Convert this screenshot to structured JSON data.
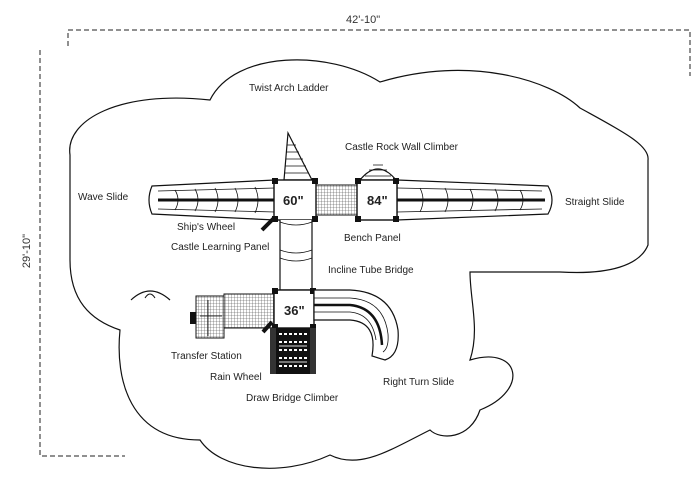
{
  "dimensions": {
    "width": "42'-10\"",
    "height": "29'-10\""
  },
  "decks": [
    "60\"",
    "84\"",
    "36\""
  ],
  "labels": {
    "twist_arch_ladder": "Twist Arch Ladder",
    "castle_rock_wall_climber": "Castle Rock Wall Climber",
    "wave_slide": "Wave Slide",
    "straight_slide": "Straight Slide",
    "ships_wheel": "Ship's Wheel",
    "castle_learning_panel": "Castle Learning Panel",
    "bench_panel": "Bench Panel",
    "incline_tube_bridge": "Incline Tube Bridge",
    "transfer_station": "Transfer Station",
    "rain_wheel": "Rain Wheel",
    "right_turn_slide": "Right Turn Slide",
    "draw_bridge_climber": "Draw Bridge Climber"
  },
  "colors": {
    "line": "#111111",
    "fill": "#ffffff",
    "grid": "#555555"
  }
}
